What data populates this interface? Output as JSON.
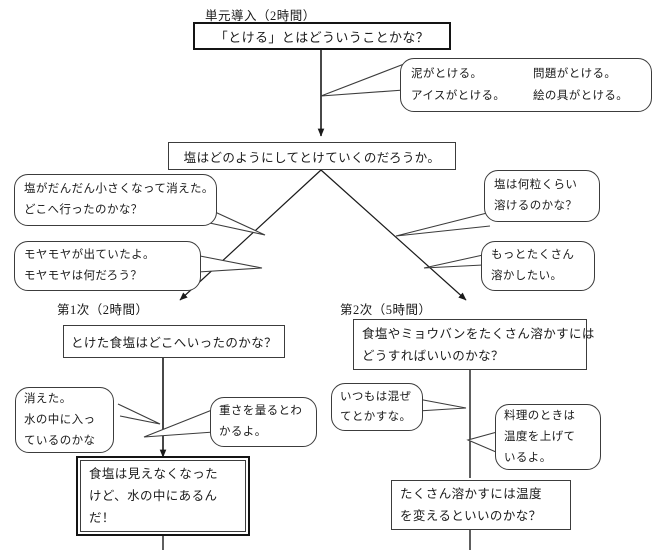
{
  "diagram": {
    "title_unit": "単元導入（2時間）",
    "stage1_caption": "第1次（2時間）",
    "stage2_caption": "第2次（5時間）",
    "colors": {
      "line": "#3c3c3c",
      "emphasis_border": "#141414",
      "background": "#ffffff",
      "text": "#1a1a1a"
    },
    "boxes": {
      "intro_question": {
        "lines": [
          "「とける」とはどういうことかな？"
        ]
      },
      "main_question": {
        "lines": [
          "塩はどのようにしてとけていくのだろうか。"
        ]
      },
      "stage1_question": {
        "lines": [
          "とけた食塩はどこへいったのかな？"
        ]
      },
      "stage2_question": {
        "lines": [
          "食塩やミョウバンをたくさん溶かすには",
          "どうすればいいのかな？"
        ]
      },
      "stage1_conclusion": {
        "lines": [
          "食塩は見えなくなった",
          "けど、水の中にあるん",
          "だ！"
        ]
      },
      "stage2_followup": {
        "lines": [
          "たくさん溶かすには温度",
          "を変えるといいのかな？"
        ]
      }
    },
    "bubbles": {
      "intro_examples": {
        "col1": [
          "泥がとける。",
          "アイスがとける。"
        ],
        "col2": [
          "問題がとける。",
          "絵の具がとける。"
        ]
      },
      "left_upper": {
        "lines": [
          "塩がだんだん小さくなって消えた。",
          "どこへ行ったのかな？"
        ]
      },
      "left_lower": {
        "lines": [
          "モヤモヤが出ていたよ。",
          "モヤモヤは何だろう？"
        ]
      },
      "right_upper": {
        "lines": [
          "塩は何粒くらい",
          "溶けるのかな？"
        ]
      },
      "right_lower": {
        "lines": [
          "もっとたくさん",
          "溶かしたい。"
        ]
      },
      "stage1_left": {
        "lines": [
          "消えた。",
          "水の中に入っ",
          "ているのかな"
        ]
      },
      "stage1_right": {
        "lines": [
          "重さを量るとわ",
          "かるよ。"
        ]
      },
      "stage2_left": {
        "lines": [
          "いつもは混ぜ",
          "てとかすな。"
        ]
      },
      "stage2_right": {
        "lines": [
          "料理のときは",
          "温度を上げて",
          "いるよ。"
        ]
      }
    }
  }
}
